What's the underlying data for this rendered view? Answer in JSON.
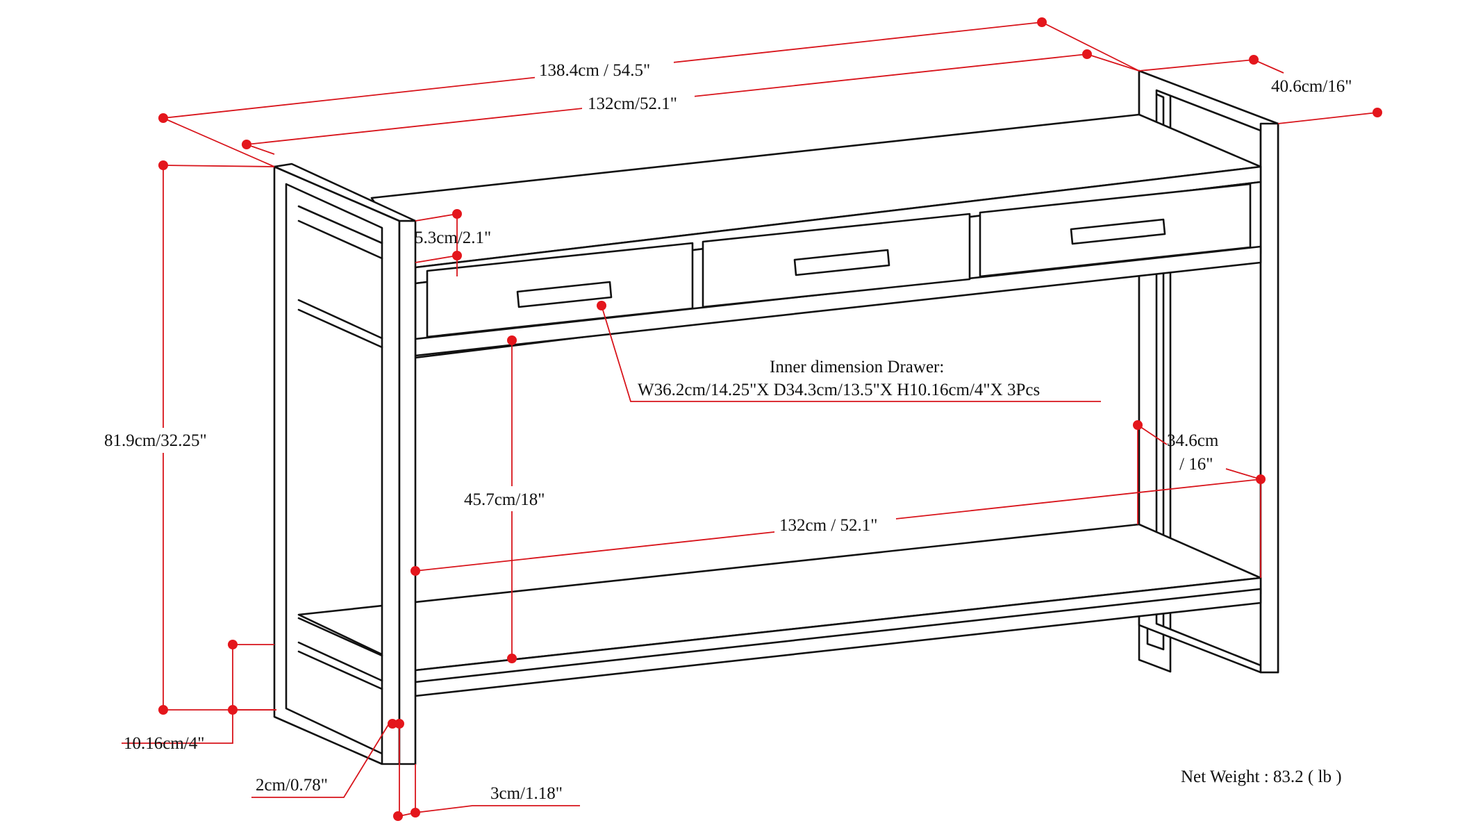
{
  "diagram": {
    "accent_color": "#e4161c",
    "line_color": "#111111",
    "dimensions": {
      "overall_width": "138.4cm / 54.5\"",
      "inner_top_width": "132cm/52.1\"",
      "overall_depth": "40.6cm/16\"",
      "overall_height": "81.9cm/32.25\"",
      "top_thickness": "5.3cm/2.1\"",
      "drawer_label_line1": "Inner dimension Drawer:",
      "drawer_label_line2": "W36.2cm/14.25\"X D34.3cm/13.5\"X H10.16cm/4\"X 3Pcs",
      "shelf_clearance": "45.7cm/18\"",
      "shelf_width": "132cm / 52.1\"",
      "shelf_depth_line1": "34.6cm",
      "shelf_depth_line2": "/ 16\"",
      "bottom_clearance": "10.16cm/4\"",
      "leg_inner": "2cm/0.78\"",
      "leg_outer": "3cm/1.18\""
    },
    "net_weight": "Net Weight : 83.2 ( lb )"
  }
}
